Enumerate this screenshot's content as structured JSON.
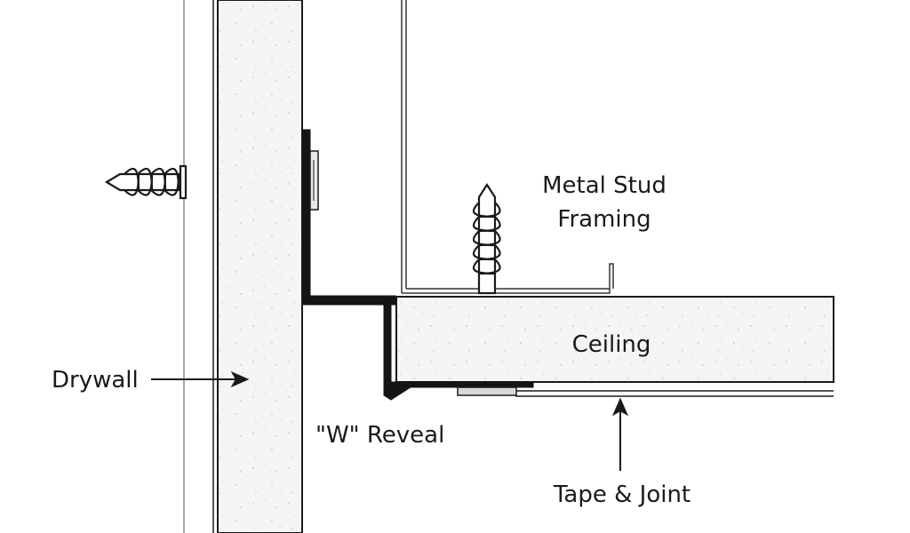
{
  "labels": {
    "metal_stud": "Metal Stud",
    "framing": "Framing",
    "ceiling": "Ceiling",
    "drywall": "Drywall",
    "reveal": "\"W\" Reveal",
    "tape_joint": "Tape & Joint"
  },
  "colors": {
    "line": "#1a1a1a",
    "board_fill": "#f4f4f2",
    "background": "#ffffff"
  }
}
